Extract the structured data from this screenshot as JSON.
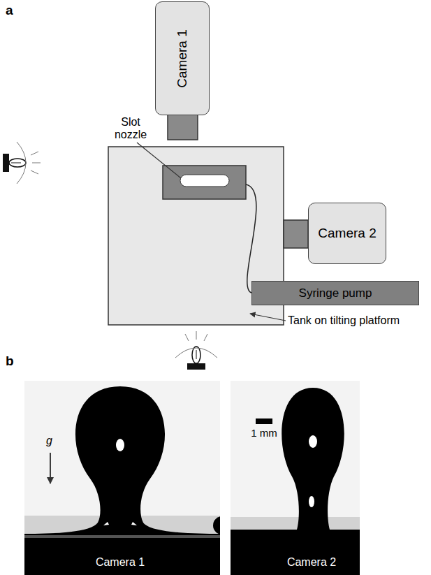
{
  "diagram": {
    "nodes": [
      {
        "text": [
          "Camera 1"
        ]
      },
      {
        "text": [
          "Camera 2"
        ]
      },
      {
        "text": [
          "Syringe pump"
        ]
      }
    ],
    "labels": [
      "a",
      "Slot nozzle",
      "Tank on tilting platform",
      "b",
      "g",
      "1 mm",
      "Camera 1",
      "Camera 2"
    ]
  }
}
